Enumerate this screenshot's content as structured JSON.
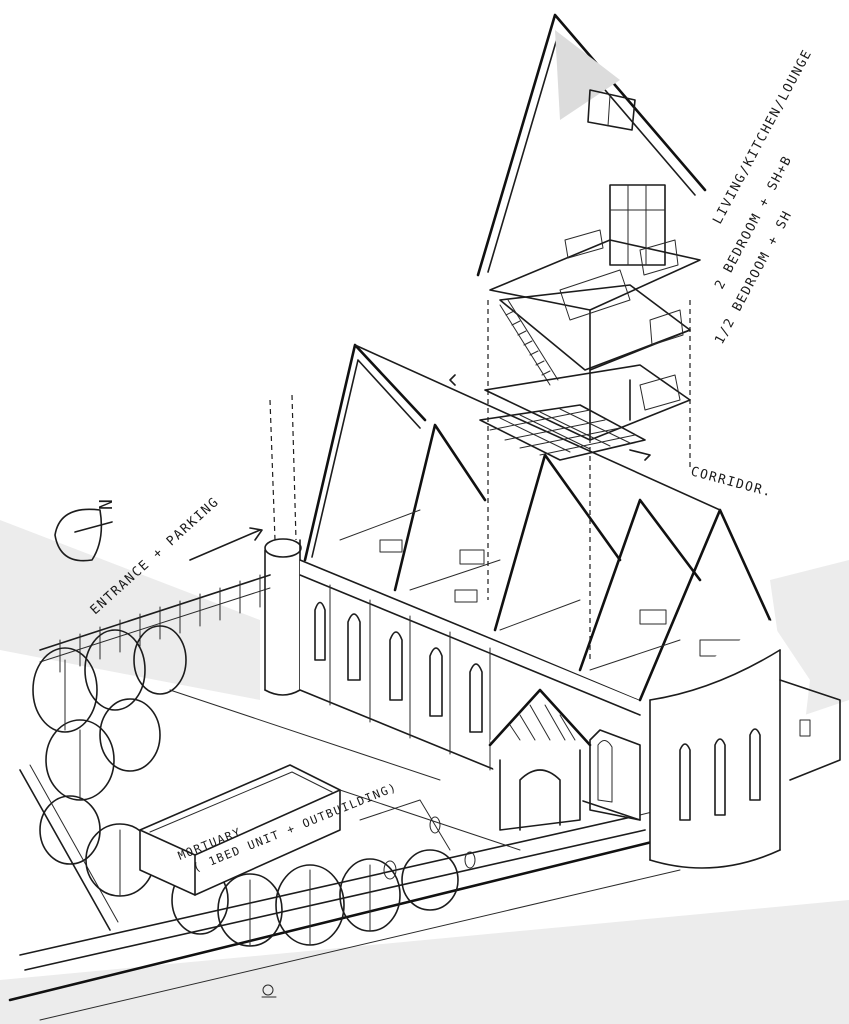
{
  "labels": {
    "floor_living": "LIVING/KITCHEN/LOUNGE",
    "floor_two_bed": "2 BEDROOM + SH+B",
    "floor_half_bed": "1/2 BEDROOM + SH",
    "corridor": "CORRIDOR.",
    "entrance": "ENTRANCE + PARKING",
    "mortuary_line1": "MORTUARY",
    "mortuary_line2": "( 1BED UNIT + OUTBUILDING)"
  },
  "north_arrow": {
    "letter": "N"
  },
  "colors": {
    "ink": "#1c1c1c",
    "wash": "#ececec",
    "paper": "#ffffff"
  }
}
